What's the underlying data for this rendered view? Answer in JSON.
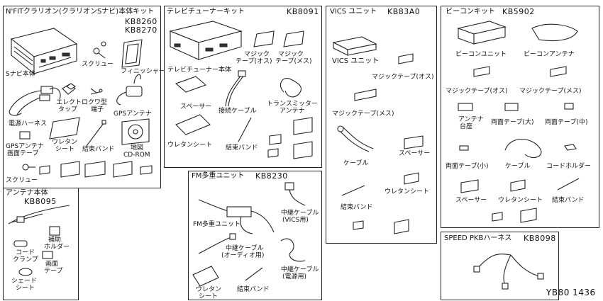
{
  "footer_code": "YB80 1436",
  "boxes": {
    "nfit": {
      "title": "N'FITクラリオン(クラリオンSナビ)本体キット",
      "code": "KB8260",
      "code2": "KB8270",
      "labels": {
        "s_navi": "Sナビ本体",
        "screw": "スクリュー",
        "finisher": "フィニッシャー",
        "harness": "電源ハーネス",
        "electro_tap": "エレクトロ",
        "electro_tap2": "タップ",
        "kuwa": "クワ型",
        "kuwa2": "端子",
        "gps": "GPSアンテナ",
        "gps_tape": "GPSアンテナ",
        "gps_tape2": "画面テープ",
        "urethane": "ウレタン",
        "urethane2": "シート",
        "band": "結束バンド",
        "map": "地図",
        "cdrom": "CD-ROM",
        "screw2": "スクリュー"
      }
    },
    "tv": {
      "title": "テレビチューナーキット",
      "code": "KB8091",
      "labels": {
        "magic_male": "マジック",
        "magic_male2": "テープ(オス)",
        "magic_female": "マジック",
        "magic_female2": "テープ(メス)",
        "tuner": "テレビチューナー本体",
        "spacer": "スペーサー",
        "cable": "接続ケーブル",
        "transmitter": "トランスミッター",
        "transmitter2": "アンテナ",
        "urethane": "ウレタンシート",
        "band": "結束バンド"
      }
    },
    "vics": {
      "title": "VICS ユニット",
      "code": "KB83A0",
      "labels": {
        "unit": "VICS ユニット",
        "magic_male": "マジックテープ(オス)",
        "magic_female": "マジックテープ(メス)",
        "cable": "ケーブル",
        "spacer": "スペーサー",
        "urethane": "ウレタンシート",
        "band": "結束バンド"
      }
    },
    "beacon": {
      "title": "ビーコンキット",
      "code": "KB5902",
      "labels": {
        "unit": "ビーコンユニット",
        "antenna": "ビーコンアンテナ",
        "magic_male": "マジックテープ(オス)",
        "magic_female": "マジックテープ(メス)",
        "base": "アンテナ",
        "base2": "台座",
        "tape_large": "両面テープ(大)",
        "tape_mid": "両面テープ(中)",
        "tape_small": "両面テープ(小)",
        "cable": "ケーブル",
        "holder": "コードホルダー",
        "spacer": "スペーサー",
        "urethane": "ウレタンシート",
        "band": "結束バンド"
      }
    },
    "antenna": {
      "title": "アンテナ本体",
      "code": "KB8095",
      "labels": {
        "aux": "補助",
        "aux2": "ホルダー",
        "clamp": "コード",
        "clamp2": "クランプ",
        "tape": "画面",
        "tape2": "テープ",
        "shade": "シェード",
        "shade2": "シート"
      }
    },
    "fm": {
      "title": "FM多重ユニット",
      "code": "KB8230",
      "labels": {
        "relay_vics": "中継ケーブル",
        "relay_vics2": "(VICS用)",
        "unit": "FM多重ユニット",
        "relay_audio": "中継ケーブル",
        "relay_audio2": "(オーディオ用)",
        "relay_power": "中継ケーブル",
        "relay_power2": "(電源用)",
        "urethane": "ウレタン",
        "urethane2": "シート",
        "band": "結束バンド"
      }
    },
    "speed": {
      "title": "SPEED PKBハーネス",
      "code": "KB8098"
    }
  }
}
